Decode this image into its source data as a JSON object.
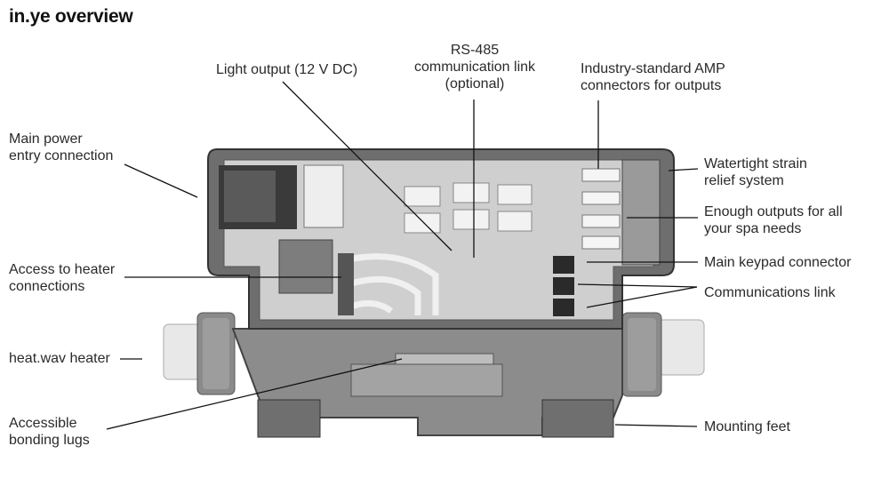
{
  "title": "in.ye overview",
  "labels": {
    "light_output": "Light output (12 V DC)",
    "rs485": [
      "RS-485",
      "communication link",
      "(optional)"
    ],
    "amp_connectors": [
      "Industry-standard AMP",
      "connectors for outputs"
    ],
    "main_power": [
      "Main power",
      "entry connection"
    ],
    "strain_relief": [
      "Watertight strain",
      "relief system"
    ],
    "outputs": [
      "Enough outputs for all",
      "your spa needs"
    ],
    "keypad": "Main keypad connector",
    "heater_access": [
      "Access to heater",
      "connections"
    ],
    "comm_link": "Communications link",
    "heater": "heat.wav heater",
    "bonding": [
      "Accessible",
      "bonding lugs"
    ],
    "feet": "Mounting feet"
  },
  "colors": {
    "casing": "#7a7a7a",
    "board": "#d9d9d9",
    "pipe": "#e6e6e6",
    "leader": "#111111"
  }
}
